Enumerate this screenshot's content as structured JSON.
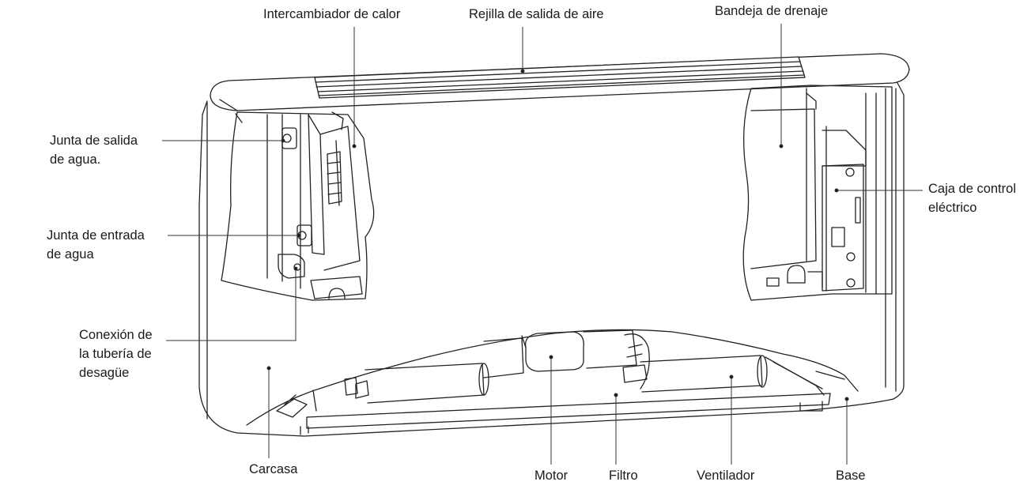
{
  "labels": {
    "intercambiador": "Intercambiador de calor",
    "rejilla": "Rejilla de salida de aire",
    "bandeja": "Bandeja de drenaje",
    "junta_salida": [
      "Junta de salida",
      "de agua."
    ],
    "junta_entrada": [
      "Junta de entrada",
      "de agua"
    ],
    "conexion": [
      "Conexión de",
      "la tubería de",
      "desagüe"
    ],
    "caja_control": [
      "Caja de control",
      "eléctrico"
    ],
    "carcasa": "Carcasa",
    "motor": "Motor",
    "filtro": "Filtro",
    "ventilador": "Ventilador",
    "base": "Base"
  }
}
